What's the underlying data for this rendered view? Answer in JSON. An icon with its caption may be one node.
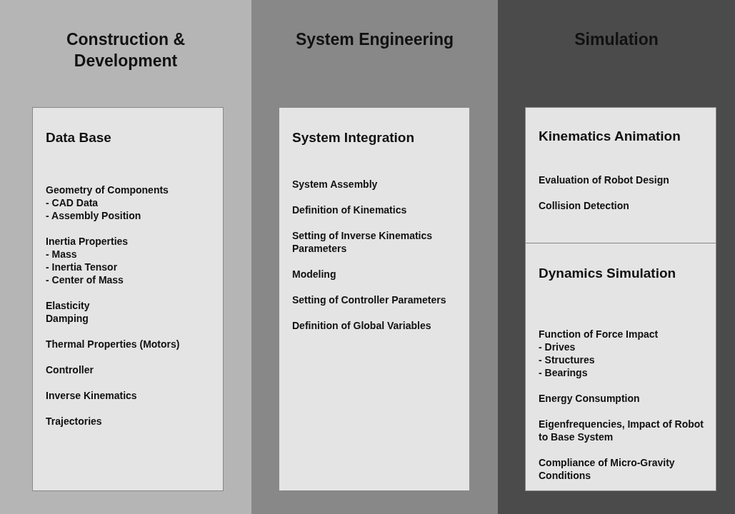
{
  "diagram": {
    "nodes": [
      {
        "text": [
          "Construction & Development"
        ]
      },
      {
        "text": [
          "Data Base",
          "Geometry of Components",
          "- CAD Data",
          "- Assembly Position",
          "Inertia Properties",
          "- Mass",
          "- Inertia Tensor",
          "- Center of Mass",
          "Elasticity",
          "Damping",
          "Thermal Properties (Motors)",
          "Controller",
          "Inverse Kinematics",
          "Trajectories"
        ],
        "in": 0
      },
      {
        "text": [
          "System Engineering"
        ]
      },
      {
        "text": [
          "System Integration",
          "System Assembly",
          "Definition of Kinematics",
          "Setting of Inverse Kinematics Parameters",
          "Modeling",
          "Setting of Controller Parameters",
          "Definition of Global Variables"
        ],
        "in": 2
      },
      {
        "text": [
          "Simulation"
        ]
      },
      {
        "text": [
          "Kinematics Animation",
          "Evaluation of Robot Design",
          "Collision Detection"
        ],
        "in": 4
      },
      {
        "text": [
          "Dynamics Simulation",
          "Function of Force Impact",
          "- Drives",
          "- Structures",
          "- Bearings",
          "Energy Consumption",
          "Eigenfrequencies, Impact of Robot to Base System",
          "Compliance of Micro-Gravity Conditions"
        ],
        "in": 4
      }
    ]
  }
}
